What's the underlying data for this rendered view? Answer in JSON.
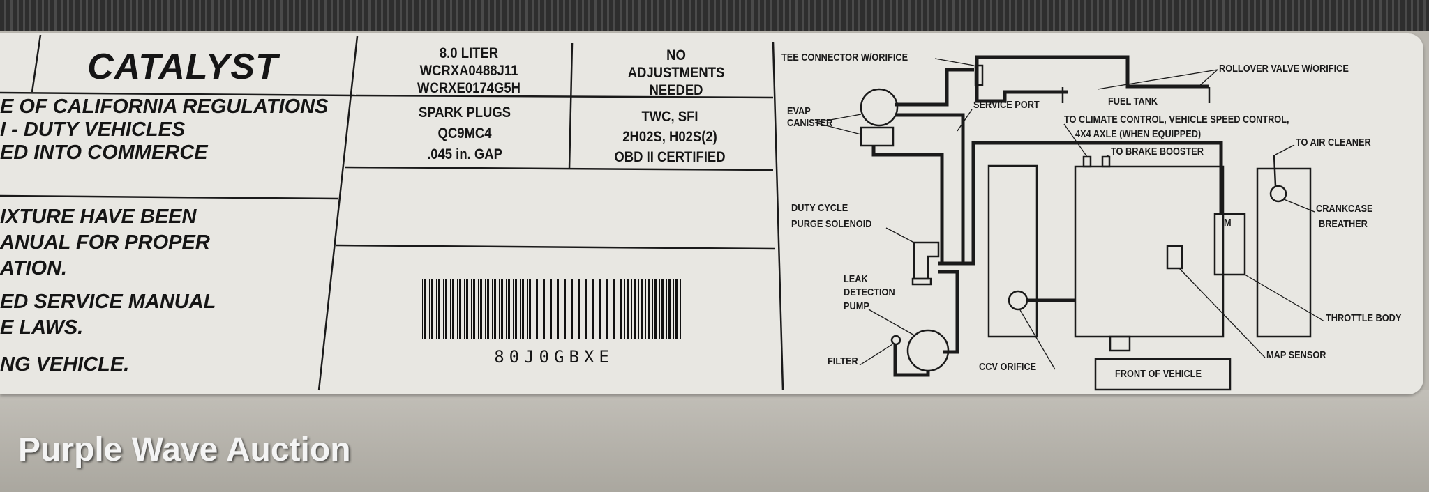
{
  "label": {
    "title": "CATALYST",
    "left_text": [
      "E OF CALIFORNIA REGULATIONS",
      "I - DUTY VEHICLES",
      "ED INTO COMMERCE",
      "IXTURE HAVE BEEN",
      "ANUAL FOR PROPER",
      "ATION.",
      "ED SERVICE MANUAL",
      "E LAWS.",
      "NG VEHICLE."
    ],
    "engine": [
      "8.0 LITER",
      "WCRXA0488J11",
      "WCRXE0174G5H"
    ],
    "adjustments": [
      "NO",
      "ADJUSTMENTS",
      "NEEDED"
    ],
    "spark_plugs": [
      "SPARK PLUGS",
      "QC9MC4",
      ".045 in. GAP"
    ],
    "systems": [
      "TWC, SFI",
      "2H02S, H02S(2)",
      "OBD II CERTIFIED"
    ],
    "barcode_number": "80J0GBXE"
  },
  "diagram": {
    "labels": [
      "TEE CONNECTOR W/ORIFICE",
      "ROLLOVER VALVE W/ORIFICE",
      "FUEL TANK",
      "SERVICE PORT",
      "EVAP",
      "CANISTER",
      "TO CLIMATE CONTROL, VEHICLE SPEED CONTROL,",
      "4X4 AXLE (WHEN EQUIPPED)",
      "TO BRAKE BOOSTER",
      "TO AIR CLEANER",
      "CRANKCASE",
      "BREATHER",
      "M",
      "DUTY CYCLE",
      "PURGE SOLENOID",
      "LEAK",
      "DETECTION",
      "PUMP",
      "THROTTLE BODY",
      "MAP SENSOR",
      "FILTER",
      "CCV ORIFICE",
      "FRONT OF VEHICLE"
    ]
  },
  "watermark": "Purple Wave Auction",
  "colors": {
    "label": "#e8e7e2",
    "ink": "#151515",
    "metal": "#b9b6af"
  }
}
